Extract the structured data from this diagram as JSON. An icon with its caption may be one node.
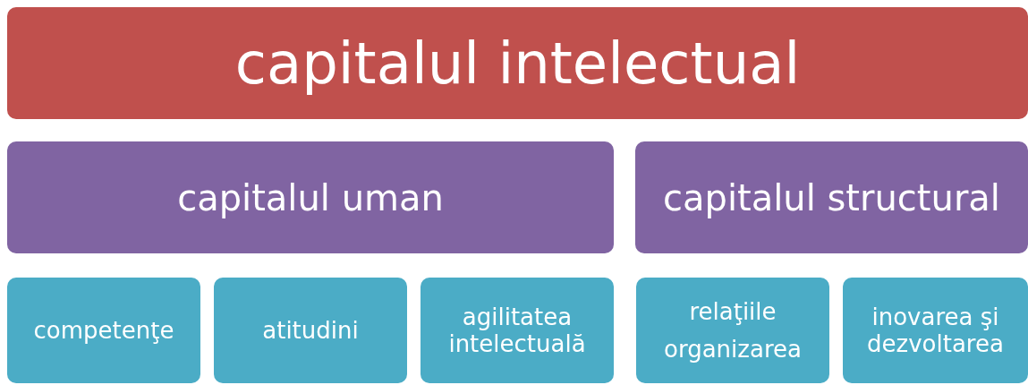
{
  "diagram": {
    "nodes": [
      {
        "text": [
          "capitalul intelectual"
        ]
      },
      {
        "text": [
          "capitalul uman"
        ]
      },
      {
        "text": [
          "capitalul structural"
        ]
      },
      {
        "text": [
          "competenţe"
        ]
      },
      {
        "text": [
          "atitudini"
        ]
      },
      {
        "text": [
          "agilitatea intelectuală"
        ]
      },
      {
        "text": [
          "relaţiile",
          "organizarea"
        ]
      },
      {
        "text": [
          "inovarea şi dezvoltarea"
        ]
      }
    ]
  }
}
